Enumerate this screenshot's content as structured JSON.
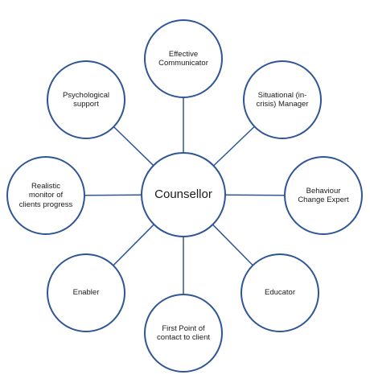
{
  "diagram": {
    "center": {
      "label": "Counsellor"
    },
    "nodes": [
      {
        "id": "effective-communicator",
        "label": "Effective\nCommunicator"
      },
      {
        "id": "situational-manager",
        "label": "Situational (in-\ncrisis) Manager"
      },
      {
        "id": "behaviour-change-expert",
        "label": "Behaviour\nChange Expert"
      },
      {
        "id": "educator",
        "label": "Educator"
      },
      {
        "id": "first-point-of-contact",
        "label": "First Point of\ncontact to client"
      },
      {
        "id": "enabler",
        "label": "Enabler"
      },
      {
        "id": "realistic-monitor",
        "label": "Realistic\nmonitor of\nclients progress"
      },
      {
        "id": "psychological-support",
        "label": "Psychological\nsupport"
      }
    ],
    "colors": {
      "stroke": "#2f5597",
      "fill": "#ffffff",
      "text": "#1a1a1a"
    }
  }
}
